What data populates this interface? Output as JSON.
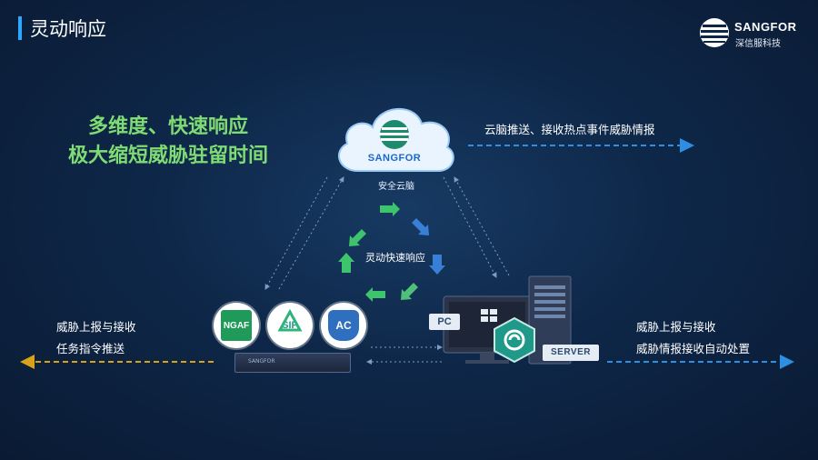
{
  "slide": {
    "title": "灵动响应",
    "logo": {
      "name": "SANGFOR",
      "subtitle": "深信服科技"
    },
    "headline": {
      "line1": "多维度、快速响应",
      "line2": "极大缩短威胁驻留时间"
    }
  },
  "cloud": {
    "brand": "SANGFOR",
    "label": "安全云脑"
  },
  "loop": {
    "label": "灵动快速响应"
  },
  "right_top": {
    "text": "云脑推送、接收热点事件威胁情报"
  },
  "left_bottom": {
    "line1": "威胁上报与接收",
    "line2": "任务指令推送"
  },
  "right_bottom": {
    "line1": "威胁上报与接收",
    "line2": "威胁情报接收自动处置"
  },
  "products": {
    "ngaf": "NGAF",
    "sip": "SIP",
    "ac": "AC",
    "appliance_brand": "SANGFOR"
  },
  "endpoints": {
    "pc": "PC",
    "server": "SERVER"
  },
  "colors": {
    "headline": "#7fdc74",
    "accent": "#2ea8ff",
    "dash_blue": "#2e8fe0",
    "dash_yellow": "#d8a21a",
    "arrow_green": "#3ec46d",
    "arrow_blue": "#3a7fd6"
  }
}
